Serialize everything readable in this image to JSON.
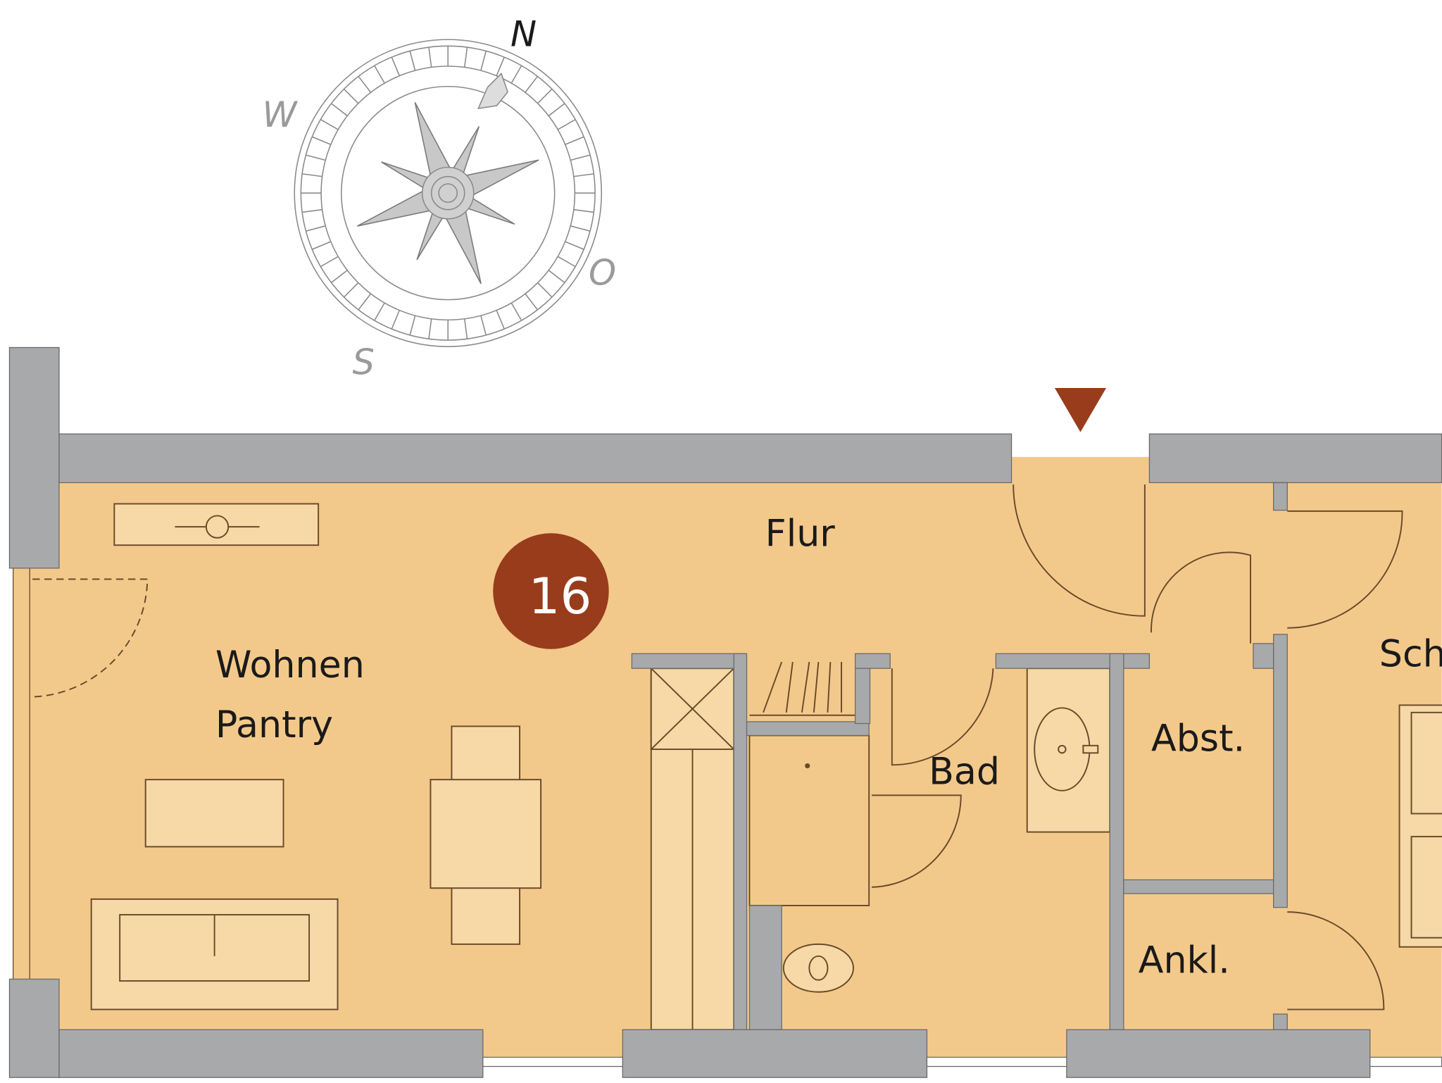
{
  "unit_number": "16",
  "compass": {
    "north": "N",
    "west": "W",
    "east": "O",
    "south": "S"
  },
  "rooms": {
    "flur": "Flur",
    "wohnen": "Wohnen",
    "pantry": "Pantry",
    "bad": "Bad",
    "abst": "Abst.",
    "ankl": "Ankl.",
    "schl": "Sch"
  },
  "colors": {
    "floor": "#f3c98b",
    "furniture": "#f6d9a6",
    "wall": "#a8a9ab",
    "accent": "#983c1c",
    "line": "#6b4a2a"
  }
}
